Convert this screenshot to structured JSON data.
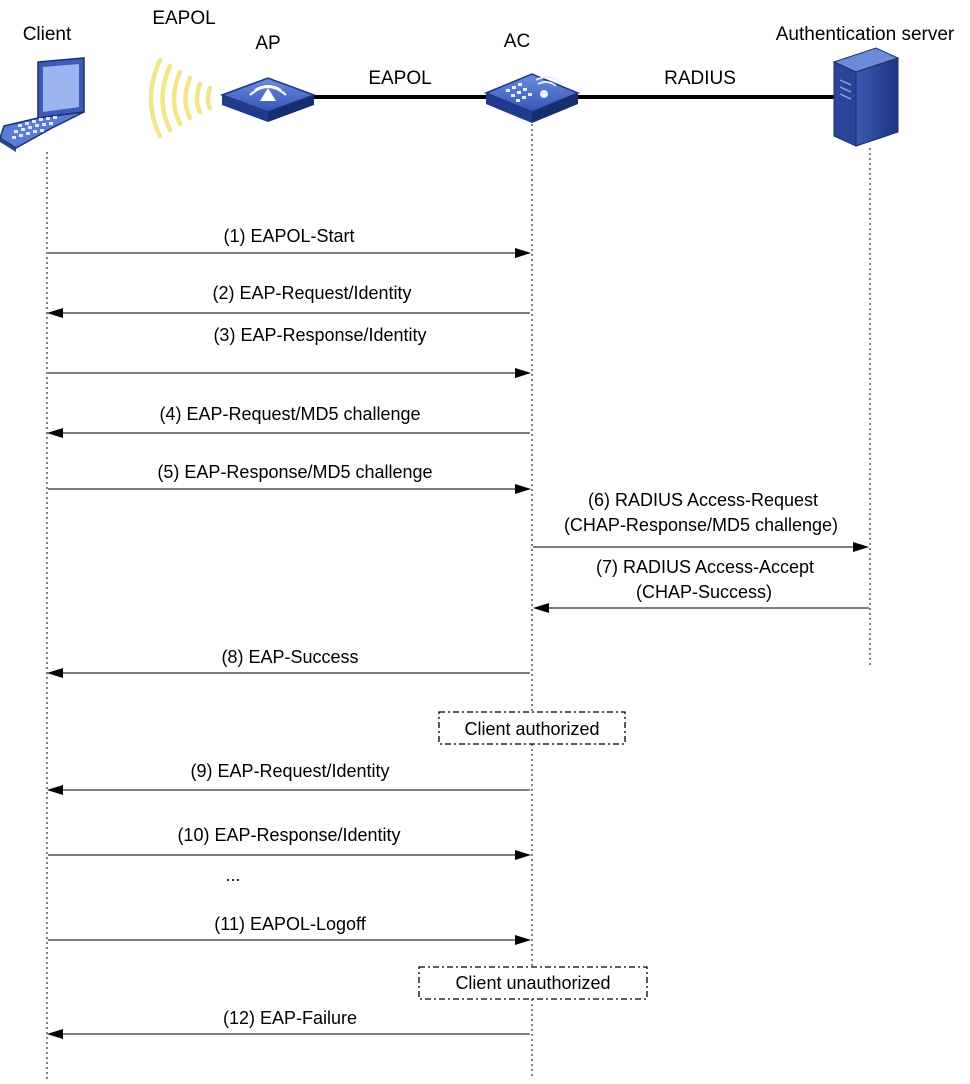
{
  "entities": {
    "client": "Client",
    "ap": "AP",
    "ac": "AC",
    "auth_server": "Authentication server"
  },
  "links": {
    "wireless": "EAPOL",
    "ap_ac": "EAPOL",
    "ac_server": "RADIUS"
  },
  "messages": {
    "m1": "(1) EAPOL-Start",
    "m2": "(2) EAP-Request/Identity",
    "m3": "(3) EAP-Response/Identity",
    "m4": "(4) EAP-Request/MD5 challenge",
    "m5": "(5) EAP-Response/MD5 challenge",
    "m6_line1": "(6) RADIUS Access-Request",
    "m6_line2": "(CHAP-Response/MD5 challenge)",
    "m7_line1": "(7) RADIUS Access-Accept",
    "m7_line2": "(CHAP-Success)",
    "m8": "(8) EAP-Success",
    "m9": "(9) EAP-Request/Identity",
    "m10": "(10) EAP-Response/Identity",
    "ellipsis": "...",
    "m11": "(11) EAPOL-Logoff",
    "m12": "(12) EAP-Failure"
  },
  "states": {
    "authorized": "Client authorized",
    "unauthorized": "Client unauthorized"
  },
  "icons": {
    "client": "laptop-icon",
    "wireless": "wireless-signal-icon",
    "ap": "access-point-icon",
    "ac": "access-controller-icon",
    "server": "server-tower-icon"
  }
}
